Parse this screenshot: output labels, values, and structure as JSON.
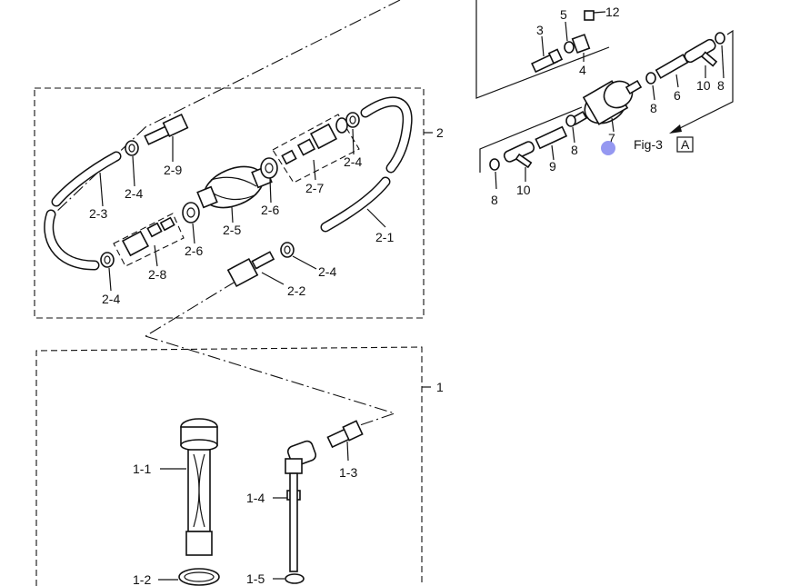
{
  "callouts": {
    "c2": "2",
    "c2_1": "2-1",
    "c2_2": "2-2",
    "c2_3": "2-3",
    "c2_4a": "2-4",
    "c2_4b": "2-4",
    "c2_4c": "2-4",
    "c2_4d": "2-4",
    "c2_5": "2-5",
    "c2_6a": "2-6",
    "c2_6b": "2-6",
    "c2_7": "2-7",
    "c2_8": "2-8",
    "c2_9": "2-9",
    "c1": "1",
    "c1_1": "1-1",
    "c1_2": "1-2",
    "c1_3": "1-3",
    "c1_4": "1-4",
    "c1_5": "1-5",
    "c3": "3",
    "c4": "4",
    "c5": "5",
    "c6": "6",
    "c7": "7",
    "c8a": "8",
    "c8b": "8",
    "c8c": "8",
    "c8d": "8",
    "c9": "9",
    "c10a": "10",
    "c10b": "10",
    "c12": "12",
    "fig": "Fig-3",
    "fig_box": "A"
  },
  "colors": {
    "line": "#111111",
    "marker": "#8a8df0"
  }
}
